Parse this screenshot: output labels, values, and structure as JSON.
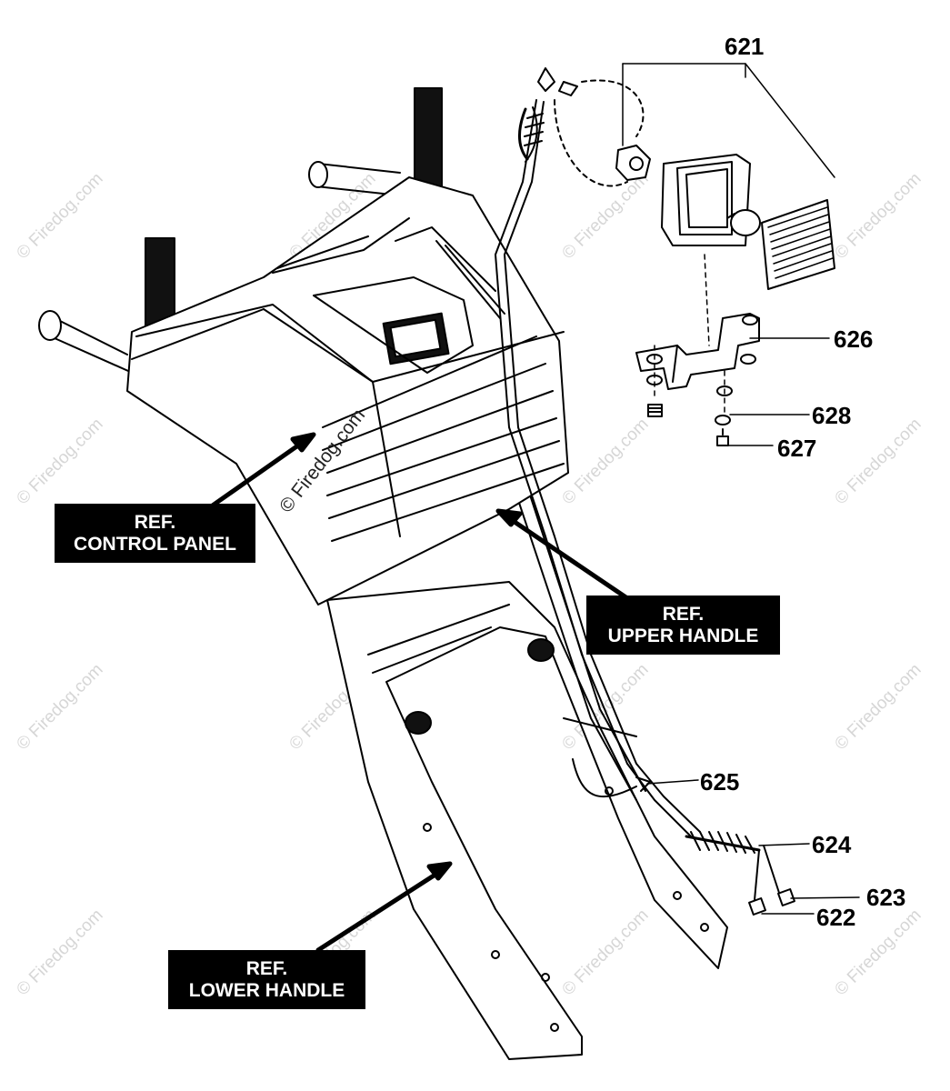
{
  "watermark": {
    "text": "© Firedog.com",
    "center_text": "© Firedog.com"
  },
  "callouts": {
    "p621": "621",
    "p626": "626",
    "p628": "628",
    "p627": "627",
    "p625": "625",
    "p624": "624",
    "p623": "623",
    "p622": "622"
  },
  "references": {
    "control_panel": {
      "line1": "REF.",
      "line2": "CONTROL PANEL"
    },
    "upper_handle": {
      "line1": "REF.",
      "line2": "UPPER HANDLE"
    },
    "lower_handle": {
      "line1": "REF.",
      "line2": "LOWER HANDLE"
    }
  }
}
